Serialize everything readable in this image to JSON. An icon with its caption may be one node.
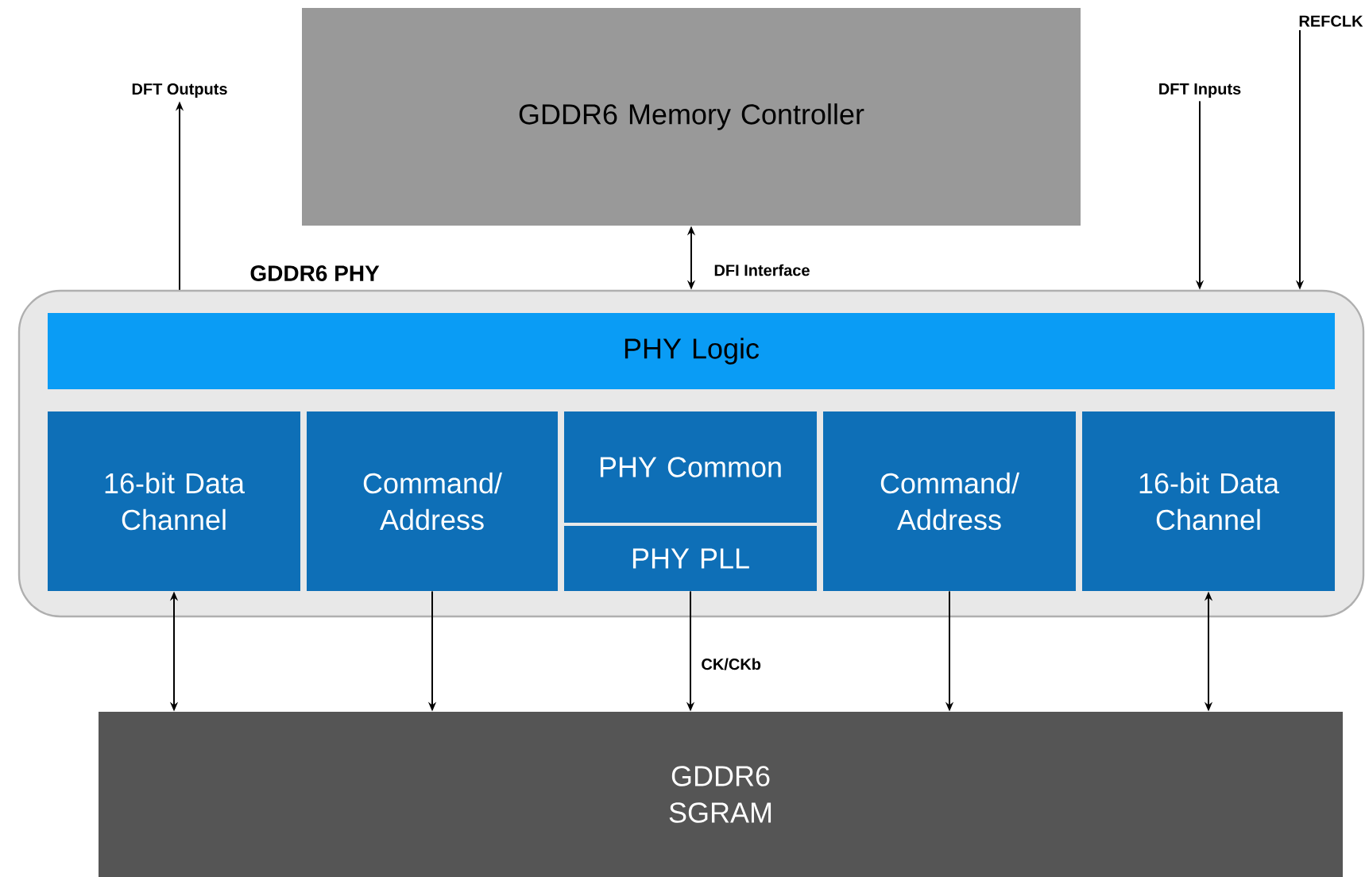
{
  "diagram": {
    "nodes": [
      {
        "text": [
          "GDDR6 Memory Controller"
        ]
      },
      {
        "text": [
          "GDDR6 PHY"
        ]
      },
      {
        "text": [
          "PHY Logic"
        ],
        "in": 1
      },
      {
        "text": [
          "16-bit Data Channel"
        ],
        "in": 1
      },
      {
        "text": [
          "Command/ Address"
        ],
        "in": 1
      },
      {
        "text": [
          "PHY Common"
        ],
        "in": 1
      },
      {
        "text": [
          "PHY PLL"
        ],
        "in": 1
      },
      {
        "text": [
          "Command/ Address"
        ],
        "in": 1
      },
      {
        "text": [
          "16-bit Data Channel"
        ],
        "in": 1
      },
      {
        "text": [
          "GDDR6 SGRAM"
        ]
      },
      {
        "text": [
          "DFT Outputs"
        ]
      },
      {
        "text": [
          "DFT Inputs"
        ]
      },
      {
        "text": [
          "REFCLK"
        ]
      }
    ],
    "edges": [
      {
        "from": 1,
        "to": 10,
        "arrow": "to"
      },
      {
        "from": 0,
        "to": 1,
        "arrow": "both",
        "label": "DFI Interface"
      },
      {
        "from": 11,
        "to": 1,
        "arrow": "to"
      },
      {
        "from": 12,
        "to": 1,
        "arrow": "to"
      },
      {
        "from": 3,
        "to": 9,
        "arrow": "both"
      },
      {
        "from": 4,
        "to": 9,
        "arrow": "to"
      },
      {
        "from": 6,
        "to": 9,
        "arrow": "to",
        "label": "CK/CKb"
      },
      {
        "from": 7,
        "to": 9,
        "arrow": "to"
      },
      {
        "from": 8,
        "to": 9,
        "arrow": "both"
      }
    ]
  }
}
